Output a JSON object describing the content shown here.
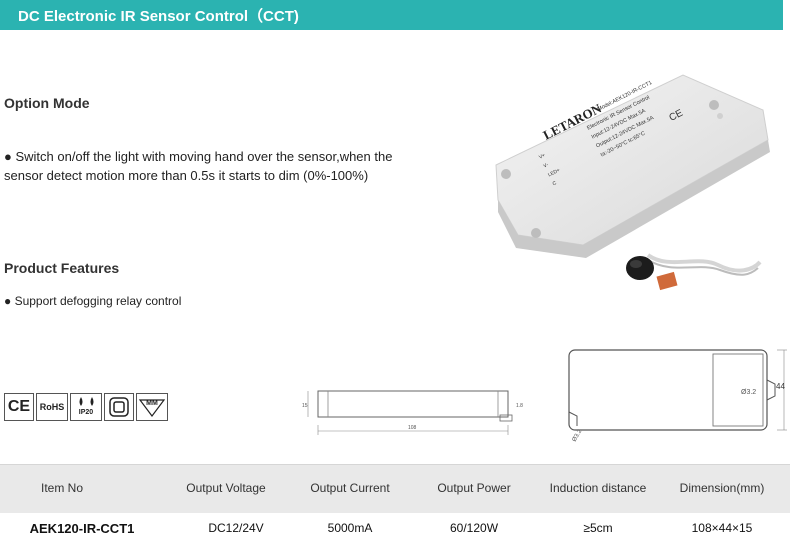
{
  "header": {
    "title": "DC Electronic IR Sensor Control（CCT)"
  },
  "option_mode": {
    "title": "Option Mode",
    "bullet_line1": "● Switch on/off the light with moving hand over the sensor,when the",
    "bullet_line2": "sensor detect motion more than 0.5s it starts to dim (0%-100%)"
  },
  "product_features": {
    "title": "Product Features",
    "bullet": "● Support defogging relay control"
  },
  "product_label": {
    "brand": "LETARON",
    "model": "Model:AEK120-IR-CCT1",
    "name": "Electronic IR Sensor Control",
    "input": "Input:12-24VDC Max.5A",
    "output": "Output:12-24VDC Max.5A",
    "temp": "ta:-20~50°C  tc:65°C",
    "wiring": [
      "V+",
      "V-",
      "LED+",
      "C"
    ]
  },
  "certifications": {
    "icons": [
      "ce-icon",
      "rohs-icon",
      "ip20-icon",
      "class-ii-icon",
      "mm-icon"
    ],
    "rohs": "RoHS",
    "ip": "IP20",
    "mm": "MM"
  },
  "drawings": {
    "side_length": "108",
    "side_height": "15",
    "side_offset": "1.8",
    "top_width": "44",
    "hole_top": "Ø3.2",
    "hole_bottom": "Ø3.2"
  },
  "table": {
    "headers": [
      "Item No",
      "Output Voltage",
      "Output Current",
      "Output Power",
      "Induction distance",
      "Dimension(mm)"
    ],
    "row": [
      "AEK120-IR-CCT1",
      "DC12/24V",
      "5000mA",
      "60/120W",
      "≥5cm",
      "108×44×15"
    ]
  }
}
